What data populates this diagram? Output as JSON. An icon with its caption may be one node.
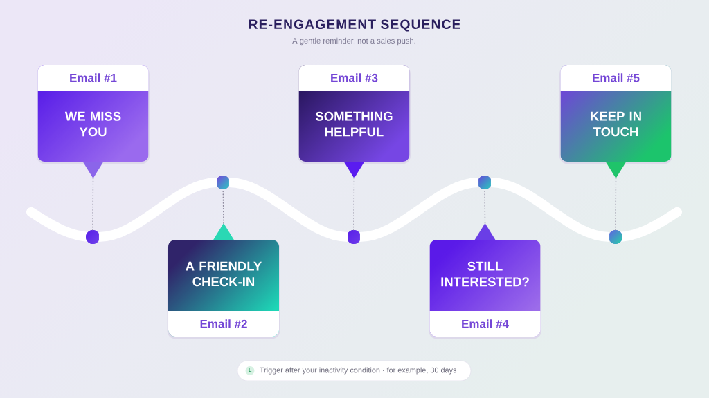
{
  "diagram": {
    "title": "RE-ENGAGEMENT SEQUENCE",
    "nodes": [
      {
        "text": [
          "Email #1",
          "WE MISS YOU"
        ]
      },
      {
        "text": [],
        "shape": "circle"
      },
      {
        "text": [
          "A FRIENDLY CHECK-IN",
          "Email #2"
        ]
      },
      {
        "text": [],
        "shape": "circle"
      },
      {
        "text": [
          "Email #3",
          "SOMETHING HELPFUL"
        ]
      },
      {
        "text": [],
        "shape": "circle"
      },
      {
        "text": [
          "STILL INTERESTED?",
          "Email #4"
        ]
      },
      {
        "text": [],
        "shape": "circle"
      },
      {
        "text": [
          "Email #5",
          "KEEP IN TOUCH"
        ]
      },
      {
        "text": [],
        "shape": "circle"
      },
      {
        "text": [
          "Trigger after your inactivity condition · for example, 30 days"
        ]
      }
    ],
    "edges": [
      {
        "from": 0,
        "to": 1,
        "arrow": "none",
        "style": "dashed"
      },
      {
        "from": 2,
        "to": 3,
        "arrow": "none",
        "style": "dashed"
      },
      {
        "from": 4,
        "to": 5,
        "arrow": "none",
        "style": "dashed"
      },
      {
        "from": 6,
        "to": 7,
        "arrow": "none",
        "style": "dashed"
      },
      {
        "from": 8,
        "to": 9,
        "arrow": "none",
        "style": "dashed"
      },
      {
        "from": 1,
        "to": 3,
        "arrow": "none",
        "style": "thick",
        "color": "#ffffff"
      },
      {
        "from": 3,
        "to": 5,
        "arrow": "none",
        "style": "thick",
        "color": "#ffffff"
      },
      {
        "from": 5,
        "to": 7,
        "arrow": "none",
        "style": "thick",
        "color": "#ffffff"
      },
      {
        "from": 7,
        "to": 9,
        "arrow": "none",
        "style": "thick",
        "color": "#ffffff"
      }
    ],
    "labels": [
      "A gentle reminder, not a sales push."
    ]
  }
}
